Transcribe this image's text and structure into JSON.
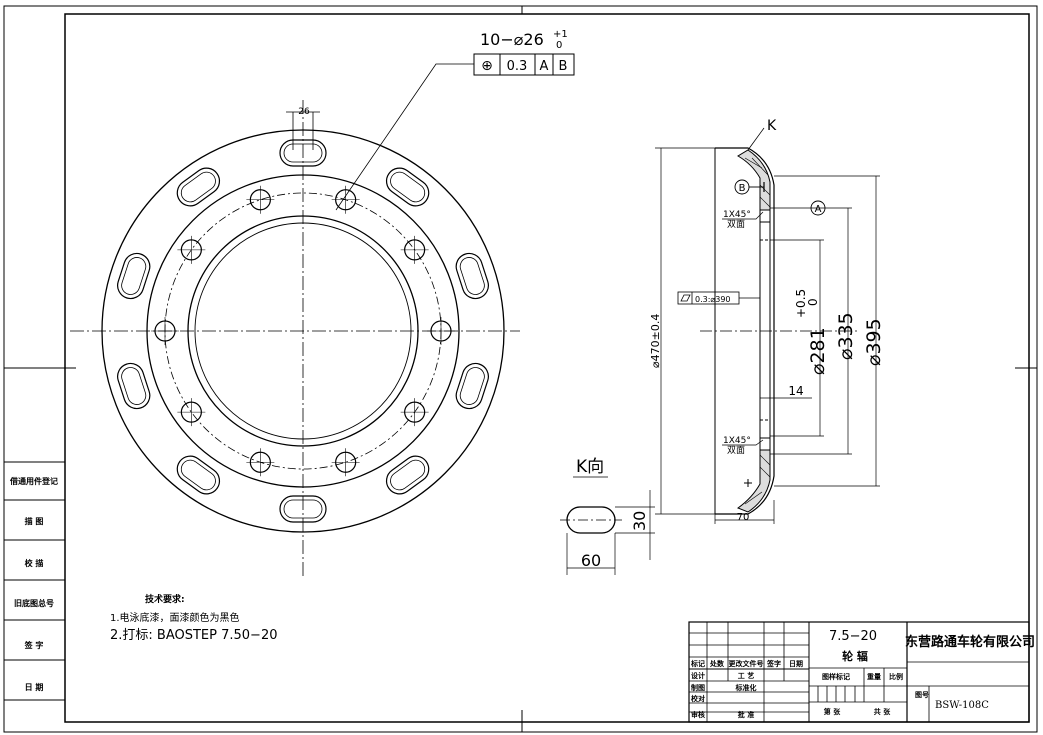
{
  "main_view": {
    "hole_callout": "10−⌀26+1/0",
    "hole_tol_plus": "+1",
    "hole_tol_minus": "0",
    "hole_callout_base": "10−⌀26",
    "position_tolerance": {
      "symbol": "⊕",
      "value": "0.3",
      "datum1": "A",
      "datum2": "B"
    },
    "slot_width": "26"
  },
  "side_view": {
    "view_label": "K",
    "datum_b": "B",
    "datum_a": "A",
    "chamfer_top": "1X45°",
    "chamfer_top_note": "双面",
    "chamfer_bottom": "1X45°",
    "chamfer_bottom_note": "双面",
    "flatness": "0.3:⌀390",
    "dim_outer": "⌀470±0.4",
    "dim_bore": "⌀281",
    "dim_bore_tol_plus": "+0.5",
    "dim_bore_tol_minus": "0",
    "dim_pcd": "⌀335",
    "dim_rim": "⌀395",
    "dim_thickness": "14",
    "dim_depth": "70"
  },
  "k_view": {
    "title": "K向",
    "width": "60",
    "height": "30"
  },
  "notes": {
    "heading": "技术要求:",
    "line1": "1.电泳底漆，面漆颜色为黑色",
    "line2": "2.打标: BAOSTEP   7.50−20"
  },
  "left_strip": [
    "借通用件登记",
    "描 图",
    "校 描",
    "旧底图总号",
    "签 字",
    "日 期"
  ],
  "title_block": {
    "size": "7.5−20",
    "part_name": "轮 辐",
    "company": "东营路通车轮有限公司",
    "drawing_no": "BSW-108C",
    "hdr_mark": "标记",
    "hdr_count": "处数",
    "hdr_file": "更改文件号",
    "hdr_sign": "签字",
    "hdr_date": "日期",
    "row_design": "设计",
    "row_draw": "制图",
    "row_check": "校对",
    "row_review": "审核",
    "process": "工 艺",
    "standard": "标准化",
    "approve": "批 准",
    "sample_mark": "图样标记",
    "weight": "重量",
    "scale": "比例",
    "sheet": "第 张",
    "total": "共 张",
    "fig_label": "图号"
  }
}
